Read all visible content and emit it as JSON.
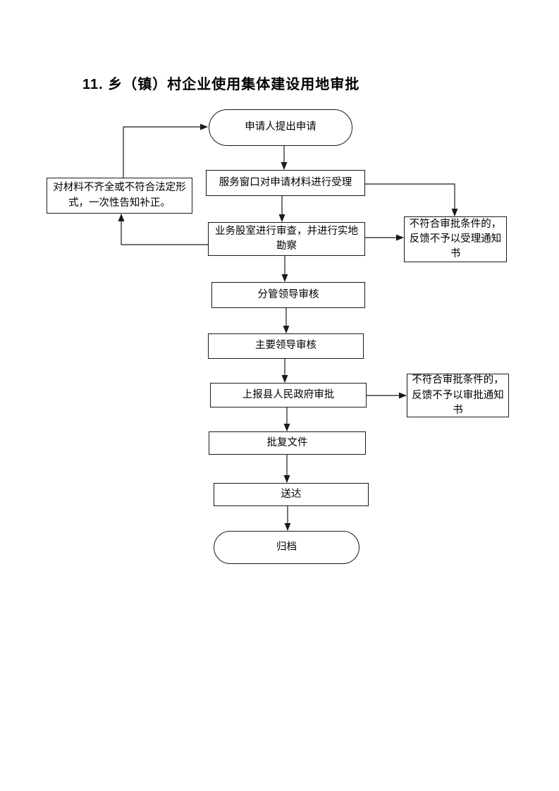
{
  "page": {
    "title": "11. 乡（镇）村企业使用集体建设用地审批"
  },
  "flowchart": {
    "nodes": {
      "start": {
        "label": "申请人提出申请",
        "shape": "terminator"
      },
      "accept": {
        "label": "服务窗口对申请材料进行受理",
        "shape": "process"
      },
      "supplement_note": {
        "label": "对材料不齐全或不符合法定形式，一次性告知补正。",
        "shape": "process"
      },
      "review": {
        "label": "业务股室进行审查，并进行实地勘察",
        "shape": "process"
      },
      "reject_acceptance": {
        "label": "不符合审批条件的，反馈不予以受理通知书",
        "shape": "process"
      },
      "leader_in_charge": {
        "label": "分管领导审核",
        "shape": "process"
      },
      "main_leader": {
        "label": "主要领导审核",
        "shape": "process"
      },
      "county_approval": {
        "label": "上报县人民政府审批",
        "shape": "process"
      },
      "reject_approval": {
        "label": "不符合审批条件的，反馈不予以审批通知书",
        "shape": "process"
      },
      "approval_document": {
        "label": "批复文件",
        "shape": "process"
      },
      "delivery": {
        "label": "送达",
        "shape": "process"
      },
      "archive": {
        "label": "归档",
        "shape": "terminator"
      }
    },
    "edges": [
      {
        "from": "supplement_note",
        "to": "start"
      },
      {
        "from": "start",
        "to": "accept"
      },
      {
        "from": "accept",
        "to": "review"
      },
      {
        "from": "accept",
        "to": "reject_acceptance"
      },
      {
        "from": "review",
        "to": "supplement_note"
      },
      {
        "from": "review",
        "to": "reject_acceptance"
      },
      {
        "from": "review",
        "to": "leader_in_charge"
      },
      {
        "from": "leader_in_charge",
        "to": "main_leader"
      },
      {
        "from": "main_leader",
        "to": "county_approval"
      },
      {
        "from": "county_approval",
        "to": "reject_approval"
      },
      {
        "from": "county_approval",
        "to": "approval_document"
      },
      {
        "from": "approval_document",
        "to": "delivery"
      },
      {
        "from": "delivery",
        "to": "archive"
      }
    ],
    "colors": {
      "line": "#1a1a1a",
      "box_border": "#1a1a1a",
      "text": "#000000",
      "background": "#ffffff"
    }
  }
}
